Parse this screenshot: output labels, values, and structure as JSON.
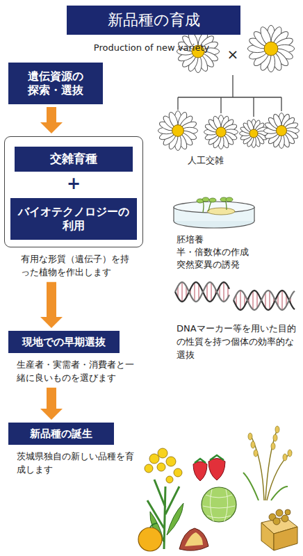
{
  "diagram": {
    "title": "新品種の育成",
    "nodes": [
      {
        "text": [
          "遺伝資源の 探索・選抜"
        ]
      },
      {
        "text": [
          "+",
          "有用な形質（遺伝子）を持った植物を作出します"
        ]
      },
      {
        "text": [
          "交雑育種"
        ],
        "in": 1
      },
      {
        "text": [
          "バイオテクノロジーの 利用"
        ],
        "in": 1
      },
      {
        "text": [
          "現地での早期選抜",
          "生産者・実需者・消費者と一緒に良いものを選びます"
        ]
      },
      {
        "text": [
          "新品種の誕生",
          "茨城県独自の新しい品種を育成します"
        ]
      }
    ],
    "edges": [
      {
        "from": 0,
        "to": 1,
        "arrow": "to"
      },
      {
        "from": 1,
        "to": 4,
        "arrow": "to"
      },
      {
        "from": 4,
        "to": 5,
        "arrow": "to"
      }
    ],
    "labels": [
      "Production of new variety",
      "×",
      "人工交雑",
      "胚培養",
      "半・倍数体の作成",
      "突然変異の誘発",
      "DNAマーカー等を用いた目的の性質を持つ個体の効率的な選抜"
    ]
  }
}
